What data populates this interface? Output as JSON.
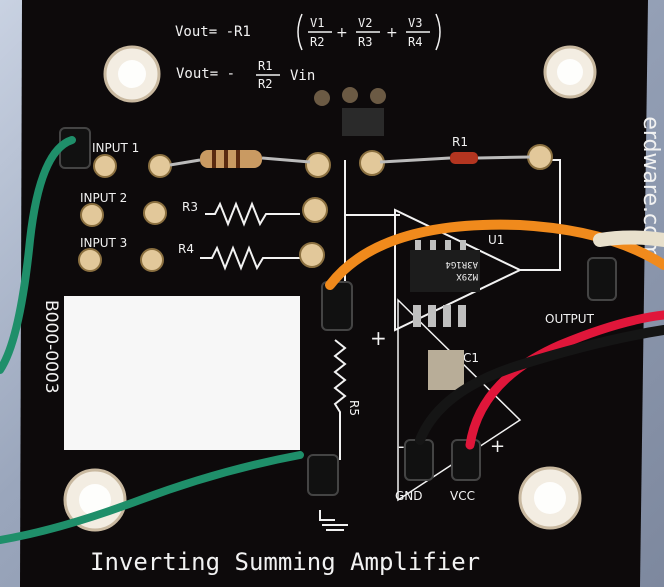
{
  "board": {
    "title": "Inverting Summing Amplifier",
    "part_number": "B000-0003",
    "website": "erdware.com",
    "formula_1_lhs": "Vout= -R1",
    "formula_1_terms": [
      "V1",
      "R2",
      "V2",
      "R3",
      "V3",
      "R4"
    ],
    "formula_2_lhs": "Vout= -",
    "formula_2_num": "R1",
    "formula_2_den": "R2",
    "formula_2_rhs": "Vin",
    "labels": {
      "input_1": "INPUT 1",
      "input_2": "INPUT 2",
      "input_3": "INPUT 3",
      "r1": "R1",
      "r3": "R3",
      "r4": "R4",
      "r5": "R5",
      "u1": "U1",
      "c1": "C1",
      "output": "OUTPUT",
      "gnd": "GND",
      "vcc": "VCC",
      "plus": "+",
      "minus": "-"
    },
    "chip_marking": [
      "M29X",
      "A3R1G4"
    ]
  },
  "colors": {
    "pcb": "#0d0a0b",
    "silkscreen": "#f2f2f2",
    "wire_green": "#1f8f6a",
    "wire_orange": "#f08a1c",
    "wire_red": "#e0163a",
    "wire_black": "#151515"
  }
}
